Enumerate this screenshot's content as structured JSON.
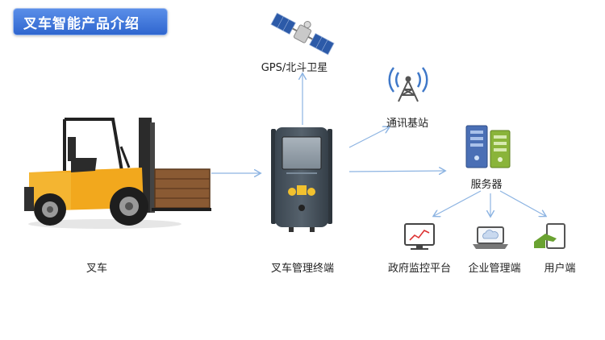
{
  "header": {
    "title": "叉车智能产品介绍"
  },
  "nodes": {
    "forklift": "叉车",
    "terminal": "叉车管理终端",
    "gps": "GPS/北斗卫星",
    "station": "通讯基站",
    "server": "服务器",
    "gov": "政府监控平台",
    "enterprise": "企业管理端",
    "user": "用户端"
  },
  "colors": {
    "arrow": "#8db4e2",
    "forklift_body": "#f2a81d",
    "title_bg": "#3a72d6"
  }
}
